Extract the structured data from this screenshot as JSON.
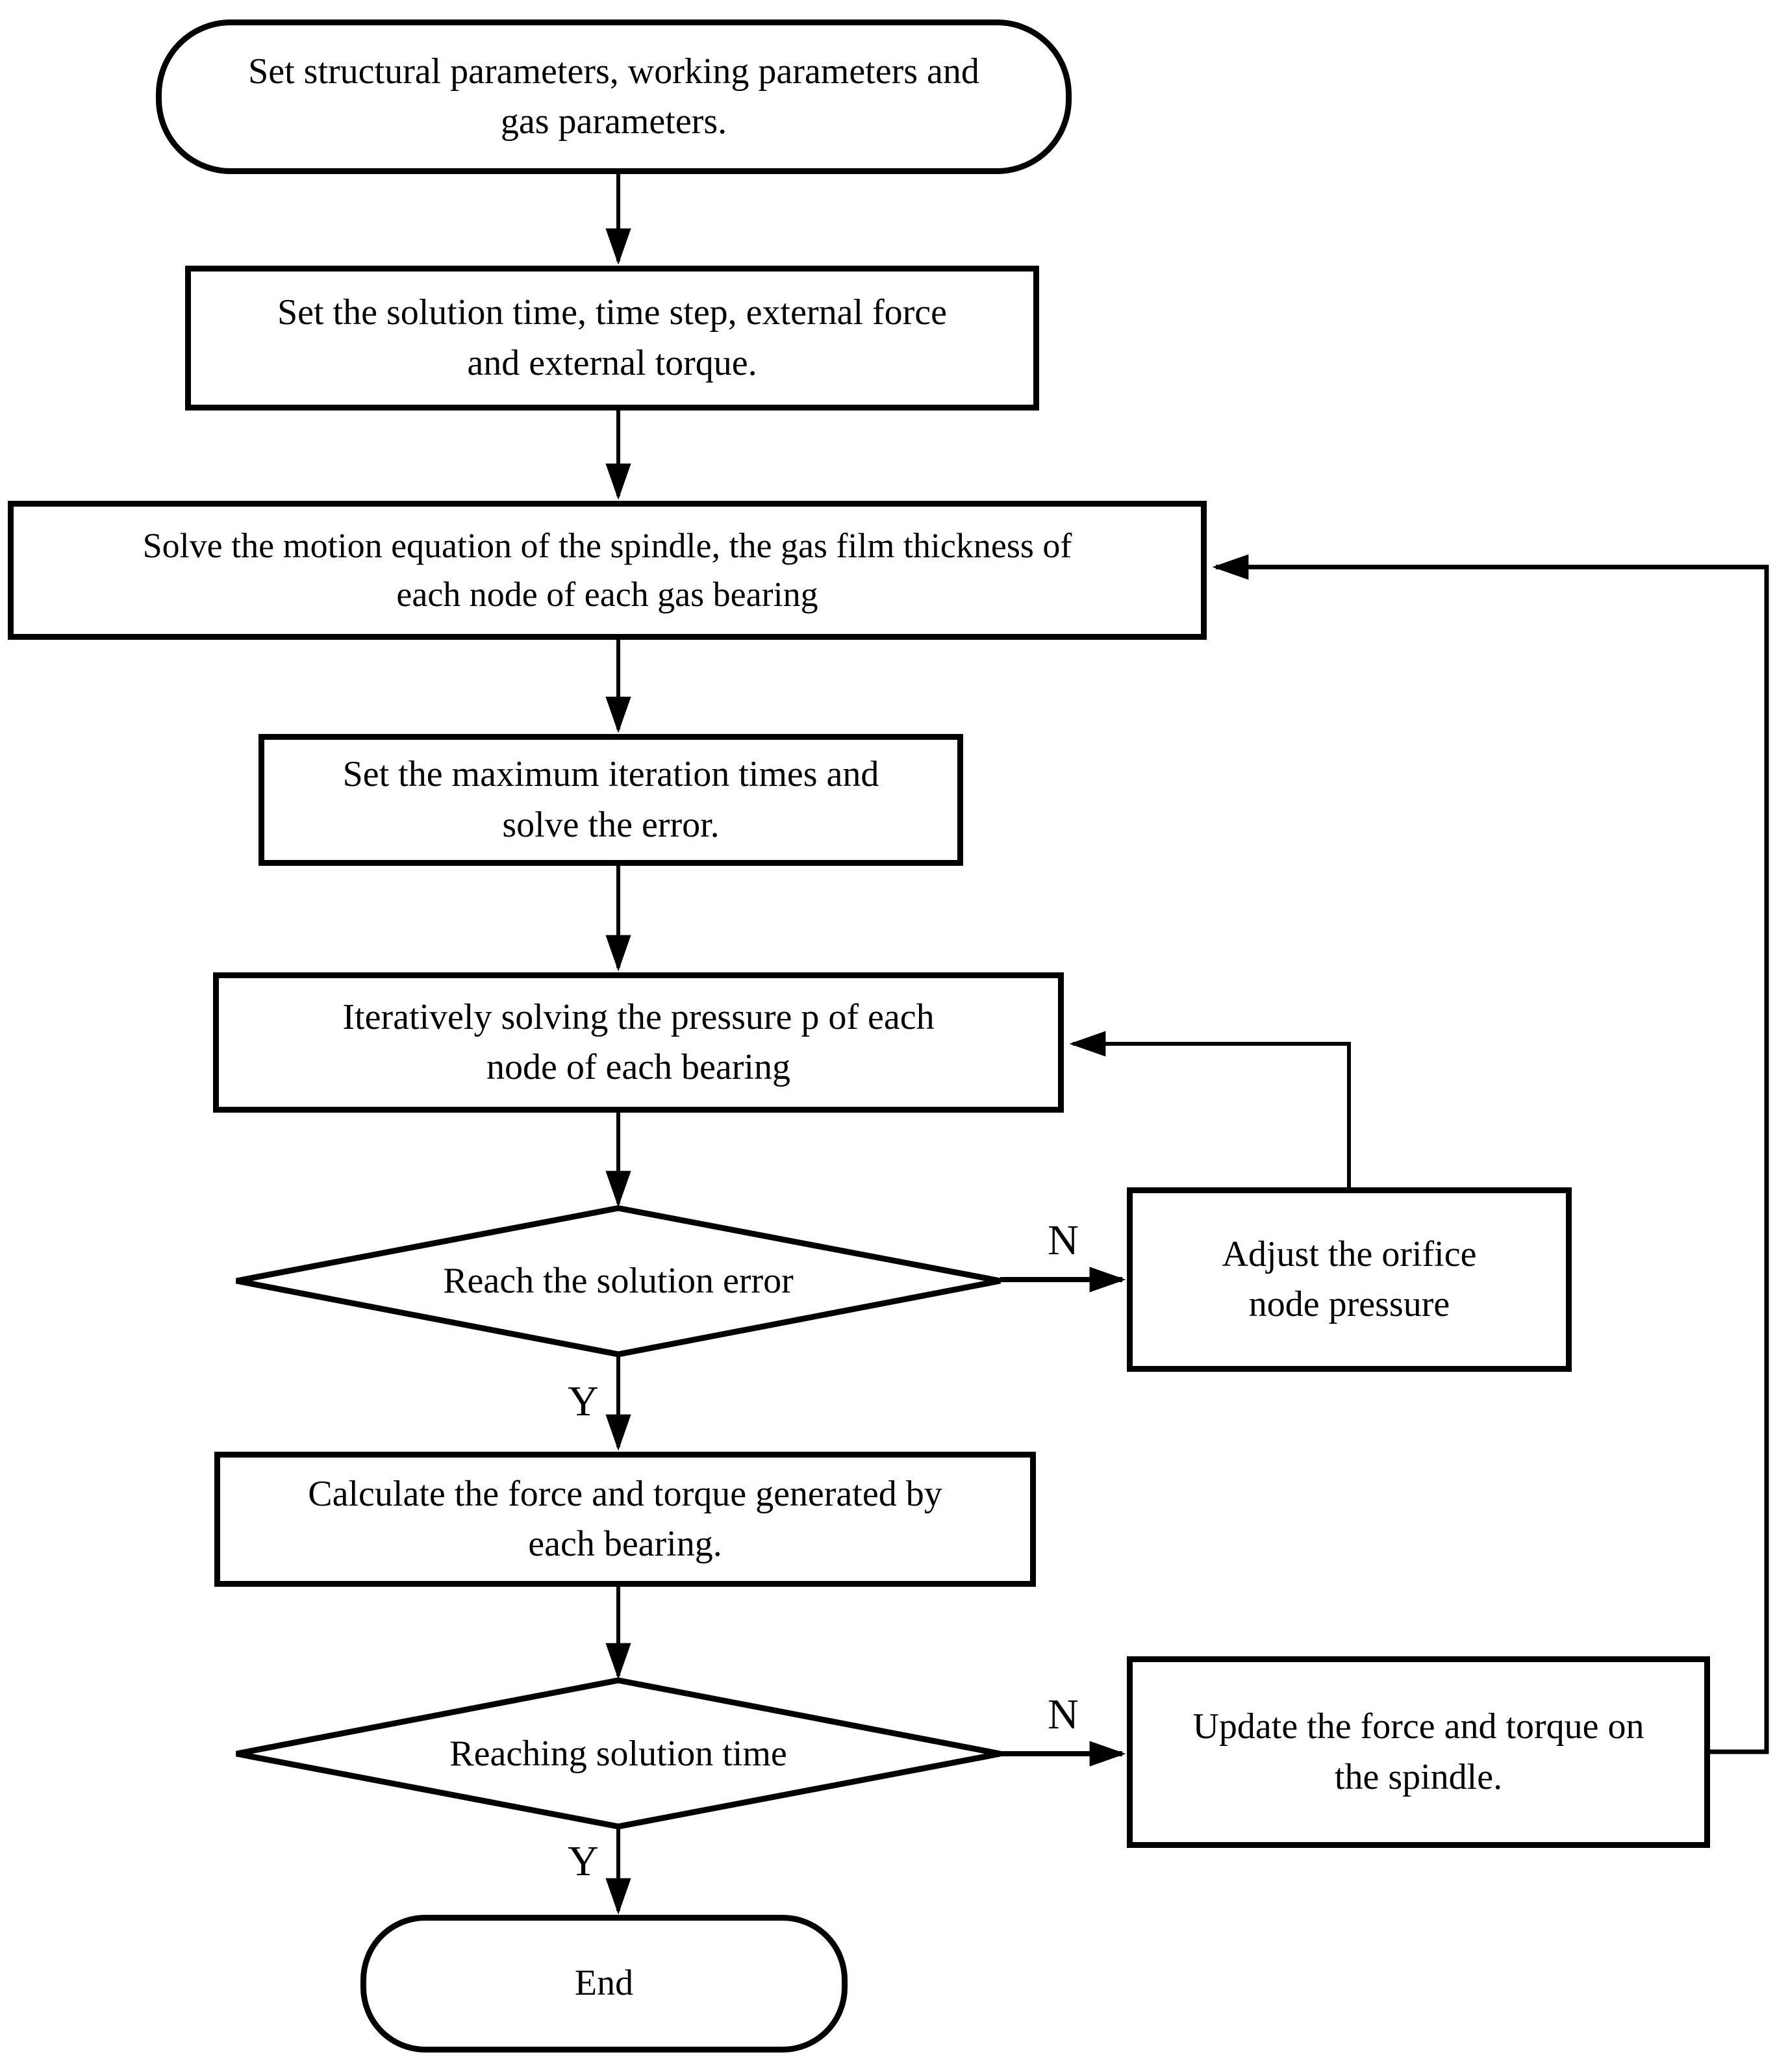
{
  "diagram": {
    "colors": {
      "stroke": "#000000",
      "fill": "#ffffff",
      "text": "#000000"
    },
    "nodes": {
      "start": {
        "type": "terminator",
        "label": "Set structural parameters, working parameters and\ngas parameters."
      },
      "set_solution": {
        "type": "process",
        "label": "Set the solution time, time step, external force\nand external torque."
      },
      "solve_motion": {
        "type": "process",
        "label": "Solve the motion equation of the spindle, the gas film thickness of\neach node of each gas bearing"
      },
      "set_iteration": {
        "type": "process",
        "label": "Set the maximum iteration times and\nsolve the error."
      },
      "iterative_solve": {
        "type": "process",
        "label": "Iteratively solving the pressure p of each\nnode of each bearing"
      },
      "reach_error": {
        "type": "decision",
        "label": "Reach the solution error"
      },
      "adjust_orifice": {
        "type": "process",
        "label": "Adjust the orifice\nnode pressure"
      },
      "calc_force": {
        "type": "process",
        "label": "Calculate the force and torque generated by\neach bearing."
      },
      "reach_time": {
        "type": "decision",
        "label": "Reaching solution time"
      },
      "update_force": {
        "type": "process",
        "label": "Update the force and torque on\nthe spindle."
      },
      "end": {
        "type": "terminator",
        "label": "End"
      }
    },
    "edge_labels": {
      "reach_error_no": "N",
      "reach_error_yes": "Y",
      "reach_time_no": "N",
      "reach_time_yes": "Y"
    }
  }
}
